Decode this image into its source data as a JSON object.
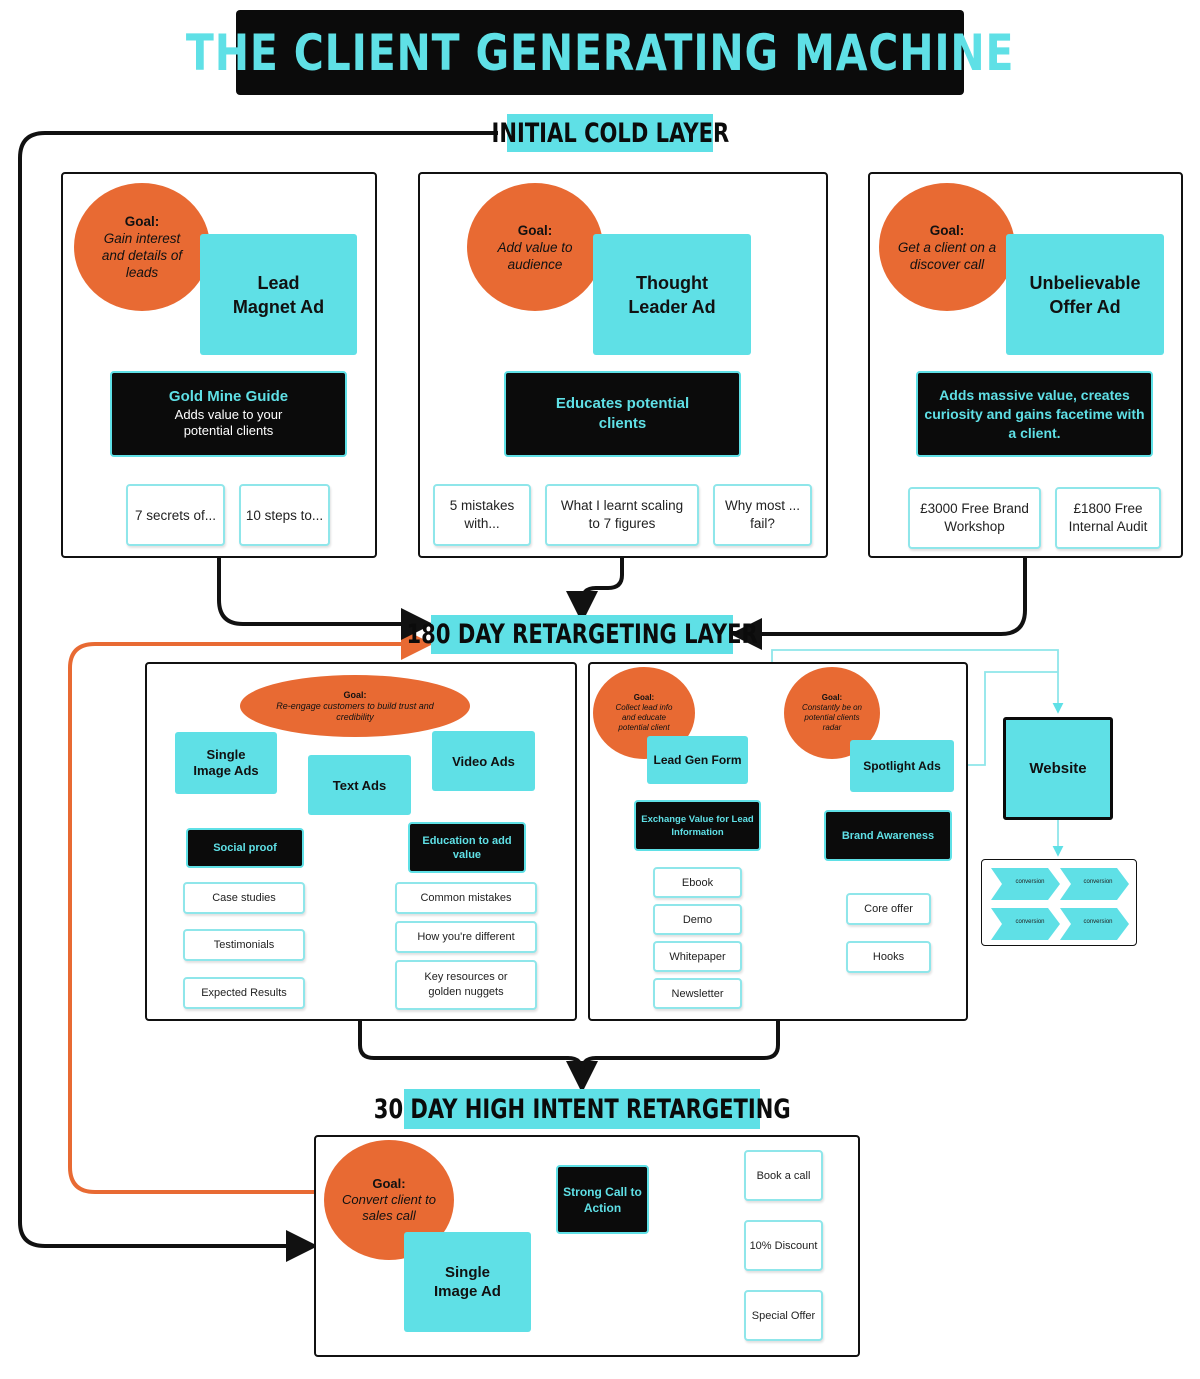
{
  "title": "THE CLIENT GENERATING MACHINE",
  "layers": {
    "cold": "INITIAL COLD LAYER",
    "retarget180": "180 DAY RETARGETING LAYER",
    "retarget30": "30 DAY HIGH INTENT RETARGETING"
  },
  "cold_panels": [
    {
      "goal_title": "Goal:",
      "goal_text": "Gain interest and details of leads",
      "ad": "Lead Magnet Ad",
      "offer_title": "Gold Mine Guide",
      "offer_text": "Adds value to your potential clients",
      "items": [
        "7 secrets of...",
        "10 steps to..."
      ]
    },
    {
      "goal_title": "Goal:",
      "goal_text": "Add value to audience",
      "ad": "Thought Leader Ad",
      "offer_title": "Educates potential clients",
      "offer_text": "",
      "items": [
        "5 mistakes with...",
        "What I learnt scaling to 7 figures",
        "Why most ... fail?"
      ]
    },
    {
      "goal_title": "Goal:",
      "goal_text": "Get a client on a discover call",
      "ad": "Unbelievable Offer Ad",
      "offer_title": "Adds massive value, creates curiosity and gains facetime with a client.",
      "offer_text": "",
      "items": [
        "£3000 Free Brand Workshop",
        "£1800 Free Internal Audit"
      ]
    }
  ],
  "retarget_left": {
    "goal_title": "Goal:",
    "goal_text": "Re-engage customers to build trust and credibility",
    "ads": [
      "Single Image Ads",
      "Text Ads",
      "Video Ads"
    ],
    "social_proof": "Social proof",
    "social_items": [
      "Case studies",
      "Testimonials",
      "Expected Results"
    ],
    "education": "Education to add value",
    "education_items": [
      "Common mistakes",
      "How you're different",
      "Key resources or golden nuggets"
    ]
  },
  "retarget_mid": {
    "goal_title": "Goal:",
    "goal_text": "Collect lead info and educate potential client",
    "ad": "Lead Gen Form",
    "exchange": "Exchange Value for Lead Information",
    "items": [
      "Ebook",
      "Demo",
      "Whitepaper",
      "Newsletter"
    ]
  },
  "retarget_right": {
    "goal_title": "Goal:",
    "goal_text": "Constantly be on potential clients radar",
    "ad": "Spotlight Ads",
    "awareness": "Brand Awareness",
    "items": [
      "Core offer",
      "Hooks"
    ]
  },
  "website": "Website",
  "conversion_labels": [
    "conversion",
    "conversion",
    "conversion",
    "conversion"
  ],
  "high_intent": {
    "goal_title": "Goal:",
    "goal_text": "Convert client to sales call",
    "ad": "Single Image Ad",
    "cta": "Strong Call to Action",
    "items": [
      "Book a call",
      "10% Discount",
      "Special Offer"
    ]
  },
  "colors": {
    "cyan": "#5fe0e6",
    "orange": "#e86a33",
    "black": "#0b0b0b"
  }
}
